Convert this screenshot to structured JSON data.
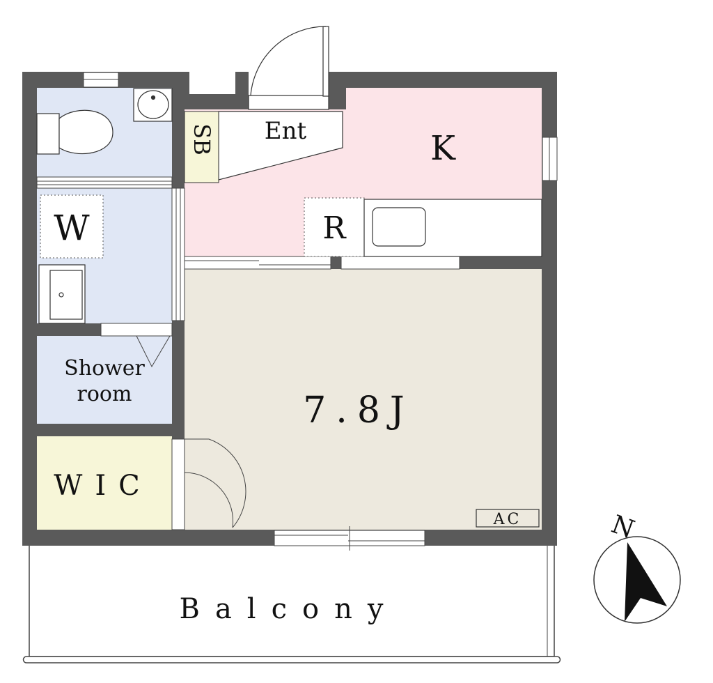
{
  "rooms": {
    "main_room": "7.8J",
    "kitchen": "K",
    "refrigerator": "R",
    "entrance": "Ent",
    "shoe_box": "SB",
    "washer": "W",
    "shower_room_line1": "Shower",
    "shower_room_line2": "room",
    "walk_in_closet": "WIC",
    "balcony": "Balcony",
    "air_conditioner": "AC"
  },
  "compass": {
    "label": "N"
  },
  "colors": {
    "wall": "#5a5a5a",
    "kitchen_floor": "#fce4e8",
    "main_room_floor": "#ede9de",
    "wet_area_floor": "#e0e7f5",
    "storage_floor": "#f7f6d8",
    "entrance_floor": "#ffffff"
  }
}
